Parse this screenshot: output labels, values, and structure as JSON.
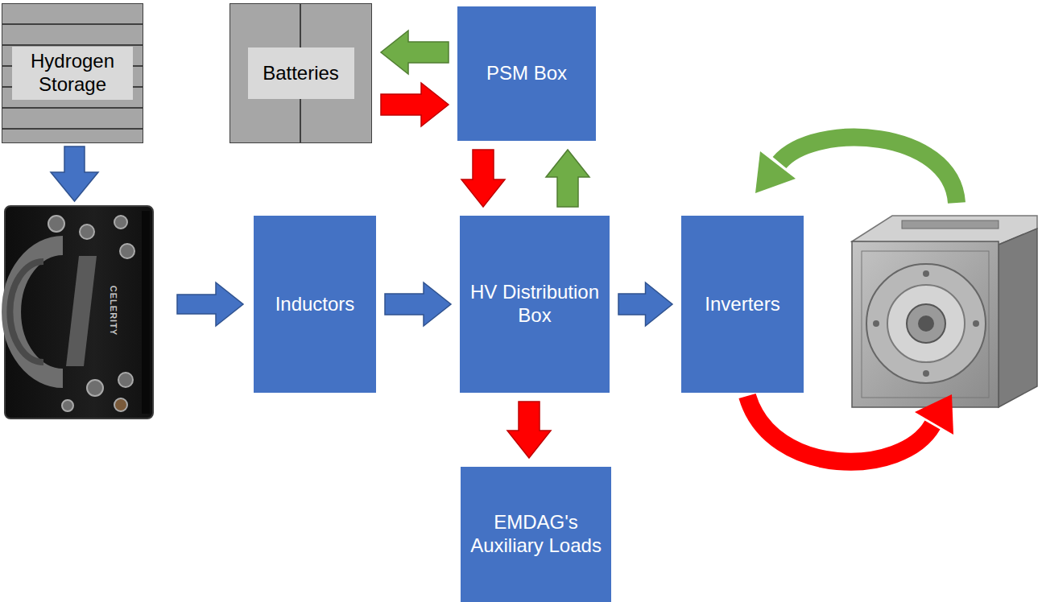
{
  "diagram": {
    "nodes": [
      {
        "text": [
          "Hydrogen Storage"
        ]
      },
      {
        "text": [
          "Batteries"
        ]
      },
      {
        "text": [
          "PSM Box"
        ]
      },
      {
        "text": [
          "Inductors"
        ]
      },
      {
        "text": [
          "HV Distribution Box"
        ]
      },
      {
        "text": [
          "Inverters"
        ]
      },
      {
        "text": [
          "EMDAG's Auxiliary Loads"
        ]
      }
    ],
    "edges": [
      {
        "from": 2,
        "to": 1,
        "arrow": "to"
      },
      {
        "from": 1,
        "to": 2,
        "arrow": "to"
      },
      {
        "from": 2,
        "to": 4,
        "arrow": "to"
      },
      {
        "from": 4,
        "to": 2,
        "arrow": "to"
      },
      {
        "from": 3,
        "to": 4,
        "arrow": "to"
      },
      {
        "from": 4,
        "to": 5,
        "arrow": "to"
      },
      {
        "from": 4,
        "to": 6,
        "arrow": "to"
      }
    ],
    "labels": [
      "CELERITY"
    ]
  }
}
